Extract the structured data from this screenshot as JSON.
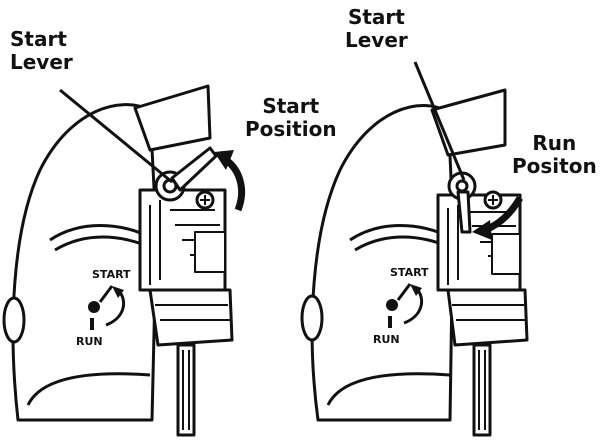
{
  "left_panel": {
    "lever_label_line1": "Start",
    "lever_label_line2": "Lever",
    "position_label_line1": "Start",
    "position_label_line2": "Position",
    "decal_top": "START",
    "decal_bottom": "RUN"
  },
  "right_panel": {
    "lever_label_line1": "Start",
    "lever_label_line2": "Lever",
    "position_label_line1": "Run",
    "position_label_line2": "Positon",
    "decal_top": "START",
    "decal_bottom": "RUN"
  }
}
